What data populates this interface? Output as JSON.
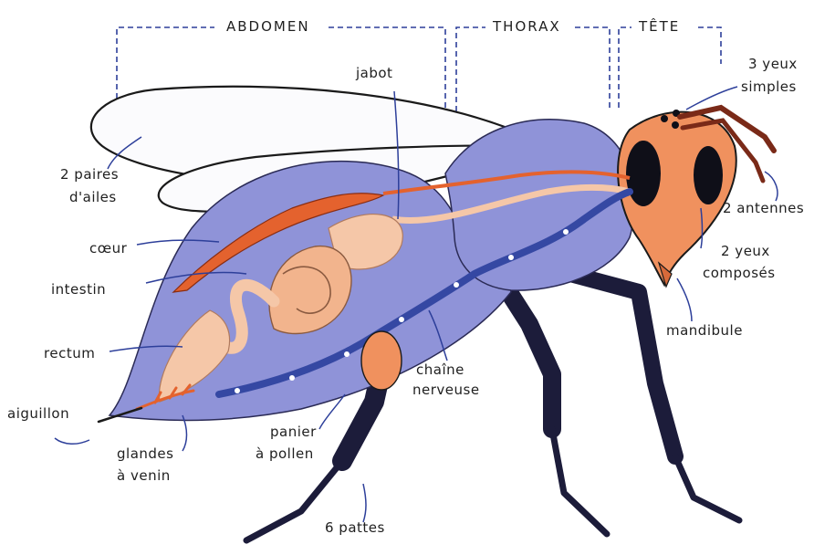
{
  "regions": {
    "abdomen": "ABDOMEN",
    "thorax": "THORAX",
    "head": "TÊTE"
  },
  "labels": {
    "jabot": "jabot",
    "simple_eyes_line1": "3 yeux",
    "simple_eyes_line2": "simples",
    "wings_line1": "2 paires",
    "wings_line2": "d'ailes",
    "antennae": "2 antennes",
    "heart": "cœur",
    "compound_eyes_line1": "2 yeux",
    "compound_eyes_line2": "composés",
    "intestine": "intestin",
    "mandible": "mandibule",
    "rectum": "rectum",
    "nerve_chain_line1": "chaîne",
    "nerve_chain_line2": "nerveuse",
    "stinger": "aiguillon",
    "pollen_basket_line1": "panier",
    "pollen_basket_line2": "à pollen",
    "venom_glands_line1": "glandes",
    "venom_glands_line2": "à venin",
    "legs": "6 pattes"
  },
  "colors": {
    "body": "#8f93d8",
    "gut": "#f5c7a8",
    "heart": "#e4622e",
    "head": "#f0915e",
    "nerve": "#3548a3",
    "legs": "#1c1c3a",
    "leader": "#2d3f9a",
    "bracket": "#2d3f9a"
  }
}
